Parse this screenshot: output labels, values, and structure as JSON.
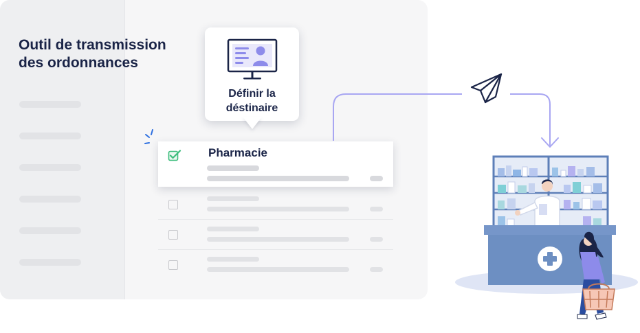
{
  "app": {
    "title_line1": "Outil de transmission",
    "title_line2": "des ordonnances"
  },
  "tooltip": {
    "line1": "Définir la",
    "line2": "déstinaire",
    "icon": "monitor-doctor-icon"
  },
  "recipient_list": {
    "selected": {
      "label": "Pharmacie",
      "checked": true
    },
    "rows": [
      {
        "checked": false
      },
      {
        "checked": false
      },
      {
        "checked": false
      }
    ]
  },
  "illustration": {
    "send_icon": "paper-plane-icon",
    "scene": "pharmacy-counter-illustration",
    "cross_icon": "medical-cross-icon"
  },
  "colors": {
    "accent": "#a8a6f2",
    "navy": "#1a2447",
    "check_green": "#3dbd7d",
    "counter_blue": "#6d8fc2",
    "sparkle_blue": "#2d6fe0"
  }
}
